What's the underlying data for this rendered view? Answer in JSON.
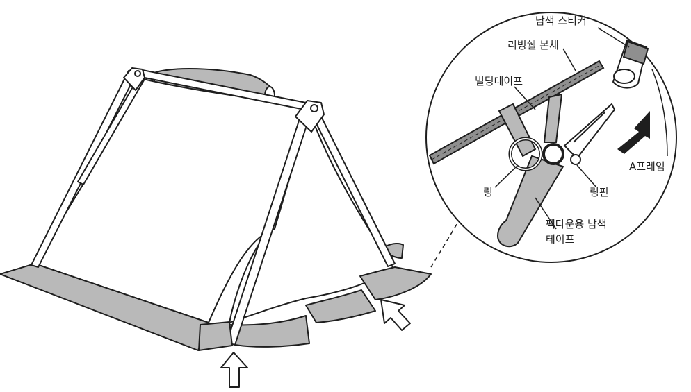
{
  "labels": {
    "blue_sticker": "남색 스티커",
    "living_shell_body": "리빙쉘 본체",
    "building_tape": "빌딩테이프",
    "a_frame": "A프레임",
    "ring": "링",
    "ring_pin": "링핀",
    "pegging_tape_line1": "펙다운용 남색",
    "pegging_tape_line2": "테이프"
  },
  "colors": {
    "outline": "#1e1e1e",
    "tape_gray": "#b9b9b9",
    "sticker_gray": "#8f8f8f",
    "fill_white": "#ffffff"
  },
  "icons": [
    "up-arrow-outline-icon",
    "diagonal-arrow-outline-icon",
    "insert-direction-arrow-icon"
  ]
}
